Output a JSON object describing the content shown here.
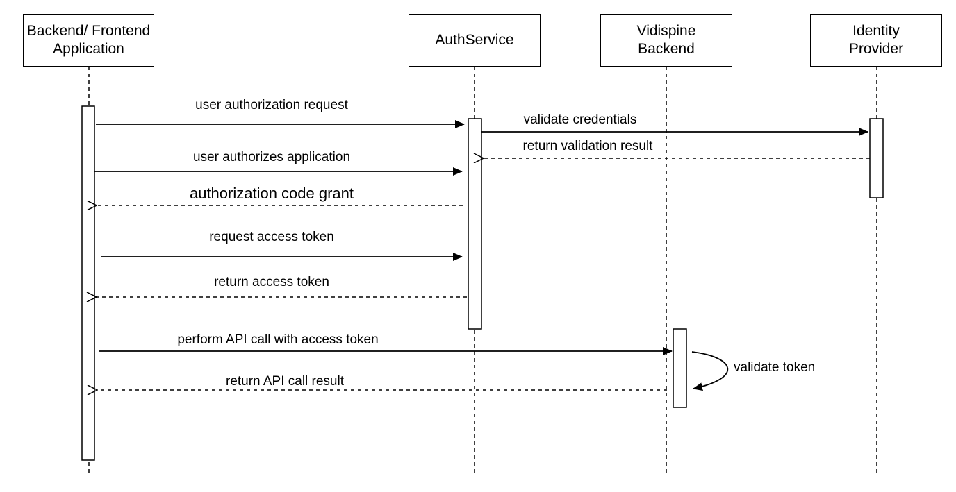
{
  "participants": [
    {
      "id": "app",
      "lines": [
        "Backend/ Frontend",
        "Application"
      ]
    },
    {
      "id": "auth",
      "lines": [
        "AuthService"
      ]
    },
    {
      "id": "vidispine",
      "lines": [
        "Vidispine",
        "Backend"
      ]
    },
    {
      "id": "idp",
      "lines": [
        "Identity",
        "Provider"
      ]
    }
  ],
  "messages": [
    {
      "id": "m1",
      "label": "user authorization request",
      "from": "app",
      "to": "auth",
      "style": "solid"
    },
    {
      "id": "m2",
      "label": "validate credentials",
      "from": "auth",
      "to": "idp",
      "style": "solid"
    },
    {
      "id": "m3",
      "label": "return validation result",
      "from": "idp",
      "to": "auth",
      "style": "dashed"
    },
    {
      "id": "m4",
      "label": "user authorizes application",
      "from": "app",
      "to": "auth",
      "style": "solid"
    },
    {
      "id": "m5",
      "label": "authorization code grant",
      "from": "auth",
      "to": "app",
      "style": "dashed"
    },
    {
      "id": "m6",
      "label": "request access token",
      "from": "app",
      "to": "auth",
      "style": "solid"
    },
    {
      "id": "m7",
      "label": "return access token",
      "from": "auth",
      "to": "app",
      "style": "dashed"
    },
    {
      "id": "m8",
      "label": "perform API call with access token",
      "from": "app",
      "to": "vidispine",
      "style": "solid"
    },
    {
      "id": "m9",
      "label": "validate token",
      "from": "vidispine",
      "to": "vidispine",
      "style": "self"
    },
    {
      "id": "m10",
      "label": "return API call result",
      "from": "vidispine",
      "to": "app",
      "style": "dashed"
    }
  ]
}
